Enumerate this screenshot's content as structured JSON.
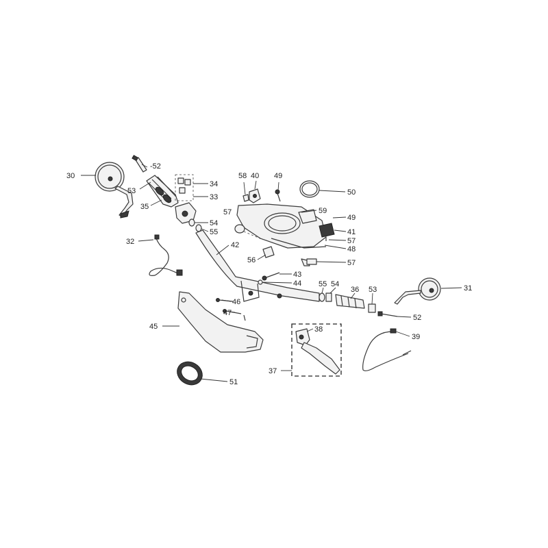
{
  "diagram": {
    "type": "exploded parts diagram",
    "callouts": [
      {
        "id": "c30",
        "text": "30"
      },
      {
        "id": "c52a",
        "text": "-52"
      },
      {
        "id": "c53a",
        "text": "53"
      },
      {
        "id": "c35",
        "text": "35"
      },
      {
        "id": "c34",
        "text": "34"
      },
      {
        "id": "c33",
        "text": "33"
      },
      {
        "id": "c54a",
        "text": "54"
      },
      {
        "id": "c55a",
        "text": "55"
      },
      {
        "id": "c32",
        "text": "32"
      },
      {
        "id": "c42",
        "text": "42"
      },
      {
        "id": "c58",
        "text": "58"
      },
      {
        "id": "c40",
        "text": "40"
      },
      {
        "id": "c49a",
        "text": "49"
      },
      {
        "id": "c50",
        "text": "50"
      },
      {
        "id": "c59",
        "text": "59"
      },
      {
        "id": "c49b",
        "text": "49"
      },
      {
        "id": "c41",
        "text": "41"
      },
      {
        "id": "c57a",
        "text": "57"
      },
      {
        "id": "c57b",
        "text": "57"
      },
      {
        "id": "c48",
        "text": "48"
      },
      {
        "id": "c56",
        "text": "56"
      },
      {
        "id": "c57c",
        "text": "57"
      },
      {
        "id": "c43",
        "text": "43"
      },
      {
        "id": "c44",
        "text": "44"
      },
      {
        "id": "c55b",
        "text": "55"
      },
      {
        "id": "c54b",
        "text": "54"
      },
      {
        "id": "c36",
        "text": "36"
      },
      {
        "id": "c53b",
        "text": "53"
      },
      {
        "id": "c31",
        "text": "31"
      },
      {
        "id": "c46",
        "text": "46"
      },
      {
        "id": "c47",
        "text": "47"
      },
      {
        "id": "c45",
        "text": "45"
      },
      {
        "id": "c38",
        "text": "38"
      },
      {
        "id": "c52b",
        "text": "52"
      },
      {
        "id": "c39",
        "text": "39"
      },
      {
        "id": "c37",
        "text": "37"
      },
      {
        "id": "c51",
        "text": "51"
      }
    ]
  }
}
